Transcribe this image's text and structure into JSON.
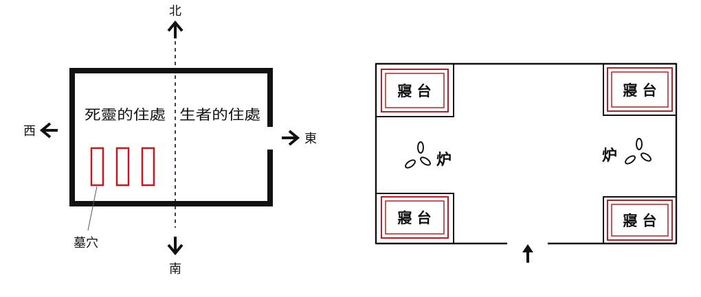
{
  "left_diagram": {
    "north": "北",
    "south": "南",
    "west": "西",
    "east": "東",
    "dead_area_label": "死靈的住處",
    "living_area_label": "生者的住處",
    "graves_label": "墓穴",
    "grave_count": 3
  },
  "right_diagram": {
    "bed_labels": [
      "寢 台",
      "寢 台",
      "寢 台",
      "寢 台"
    ],
    "stove_labels": [
      "炉",
      "炉"
    ]
  },
  "colors": {
    "ink": "#111111",
    "red_outline": "#c8161d"
  }
}
